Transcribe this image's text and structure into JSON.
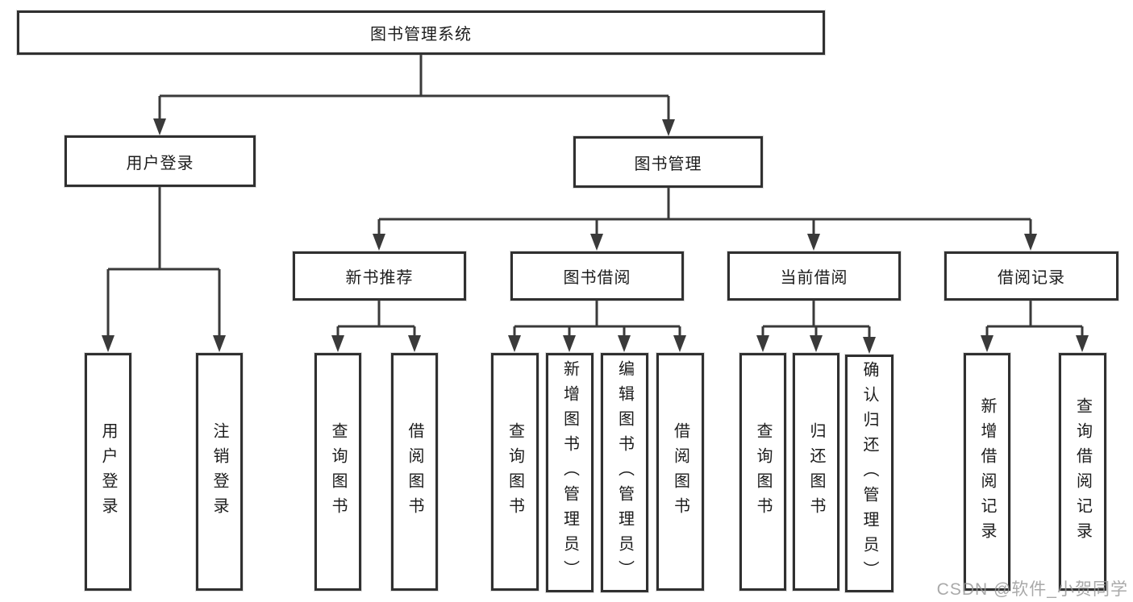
{
  "diagram": {
    "root_label": "图书管理系统",
    "level2": [
      "用户登录",
      "图书管理"
    ],
    "level3": [
      "新书推荐",
      "图书借阅",
      "当前借阅",
      "借阅记录"
    ],
    "leaves_user_login": [
      "用户登录",
      "注销登录"
    ],
    "leaves_new_book": [
      "查询图书",
      "借阅图书"
    ],
    "leaves_book_borrow": [
      "查询图书",
      "新增图书（管理员）",
      "编辑图书（管理员）",
      "借阅图书"
    ],
    "leaves_current_borrow": [
      "查询图书",
      "归还图书",
      "确认归还（管理员）"
    ],
    "leaves_borrow_record": [
      "新增借阅记录",
      "查询借阅记录"
    ]
  },
  "watermark": {
    "text": "CSDN @软件_小贺同学"
  },
  "colors": {
    "line": "#3a3a3a",
    "box_border": "#303030",
    "text": "#1c1c1c",
    "watermark": "#969696",
    "background": "#ffffff"
  }
}
